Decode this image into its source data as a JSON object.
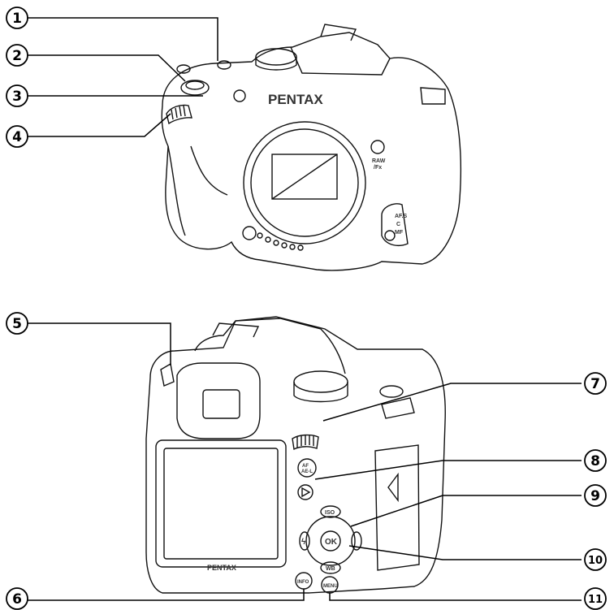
{
  "callouts": [
    {
      "id": 1,
      "label": "1"
    },
    {
      "id": 2,
      "label": "2"
    },
    {
      "id": 3,
      "label": "3"
    },
    {
      "id": 4,
      "label": "4"
    },
    {
      "id": 5,
      "label": "5"
    },
    {
      "id": 6,
      "label": "6"
    },
    {
      "id": 7,
      "label": "7"
    },
    {
      "id": 8,
      "label": "8"
    },
    {
      "id": 9,
      "label": "9"
    },
    {
      "id": 10,
      "label": "10"
    },
    {
      "id": 11,
      "label": "11"
    }
  ],
  "front_camera": {
    "brand": "PENTAX",
    "raw_fx_label": "RAW\n/Fx",
    "focus_switch_label": "AF.S\nC\nMF"
  },
  "rear_camera": {
    "brand": "PENTAX",
    "buttons": {
      "af_ael": "AF\nAE-L",
      "iso": "ISO",
      "ok": "OK",
      "wb": "WB",
      "info": "INFO",
      "menu": "MENU",
      "flash": "ϟ"
    }
  },
  "colors": {
    "stroke": "#111111",
    "fill": "#ffffff",
    "accent": "#888888"
  }
}
